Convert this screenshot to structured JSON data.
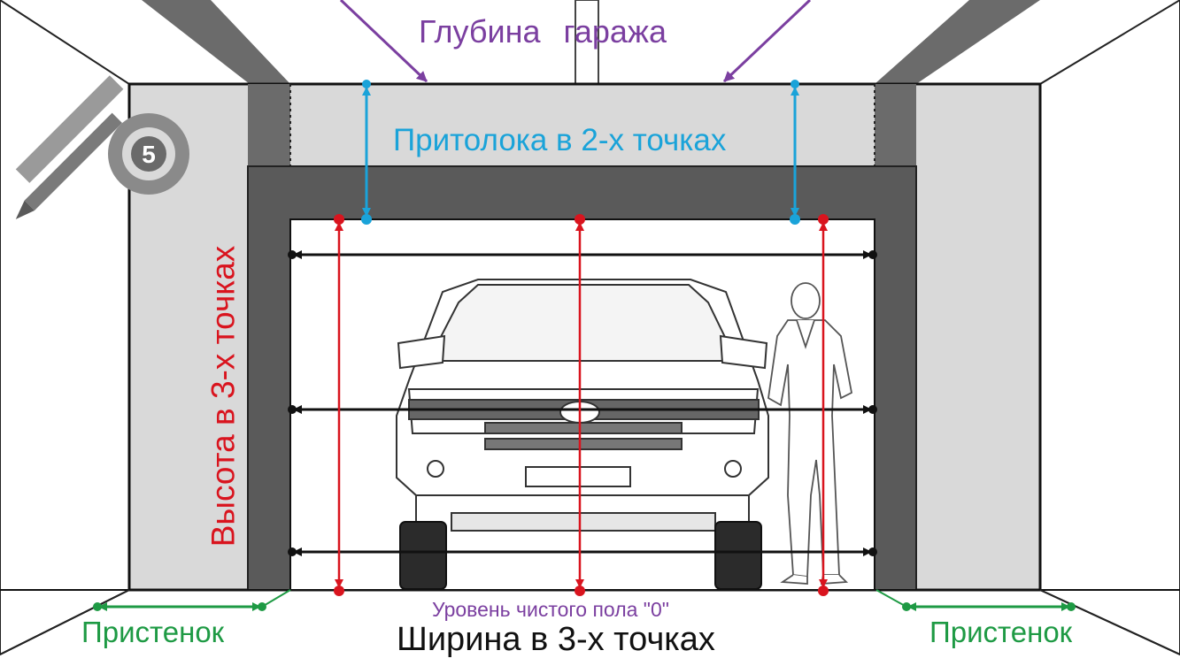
{
  "colors": {
    "depth": "#7b3fa0",
    "lintel": "#1aa3d9",
    "height": "#d9141e",
    "pier": "#1e9a44",
    "width": "#111111",
    "wall": "#d9d9d9",
    "frame": "#5a5a5a"
  },
  "labels": {
    "depth_word1": "Глубина",
    "depth_word2": "гаража",
    "lintel": "Притолока в 2-х точках",
    "height": "Высота в 3-х точках",
    "floor": "Уровень чистого пола \"0\"",
    "width": "Ширина в 3-х точках",
    "pier_left": "Пристенок",
    "pier_right": "Пристенок"
  },
  "logo": {
    "icon": "ruler-pencil-tape-measure-icon",
    "text": "5"
  },
  "illustration": {
    "car": "suv-front-view-illustration",
    "person": "standing-man-illustration"
  }
}
